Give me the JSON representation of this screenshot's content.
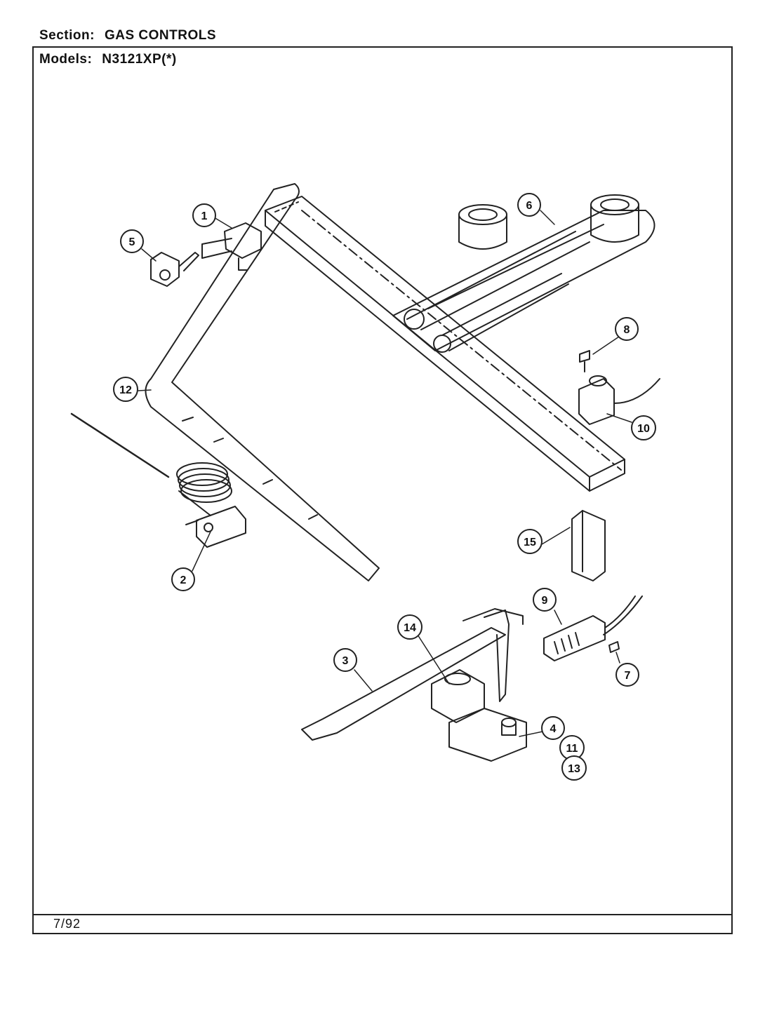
{
  "header": {
    "section_label": "Section:",
    "section_value": "GAS CONTROLS",
    "models_label": "Models:",
    "models_value": "N3121XP(*)"
  },
  "footer": {
    "date": "7/92"
  },
  "callouts": [
    "1",
    "2",
    "3",
    "4",
    "5",
    "6",
    "7",
    "8",
    "9",
    "10",
    "11",
    "12",
    "13",
    "14",
    "15"
  ]
}
